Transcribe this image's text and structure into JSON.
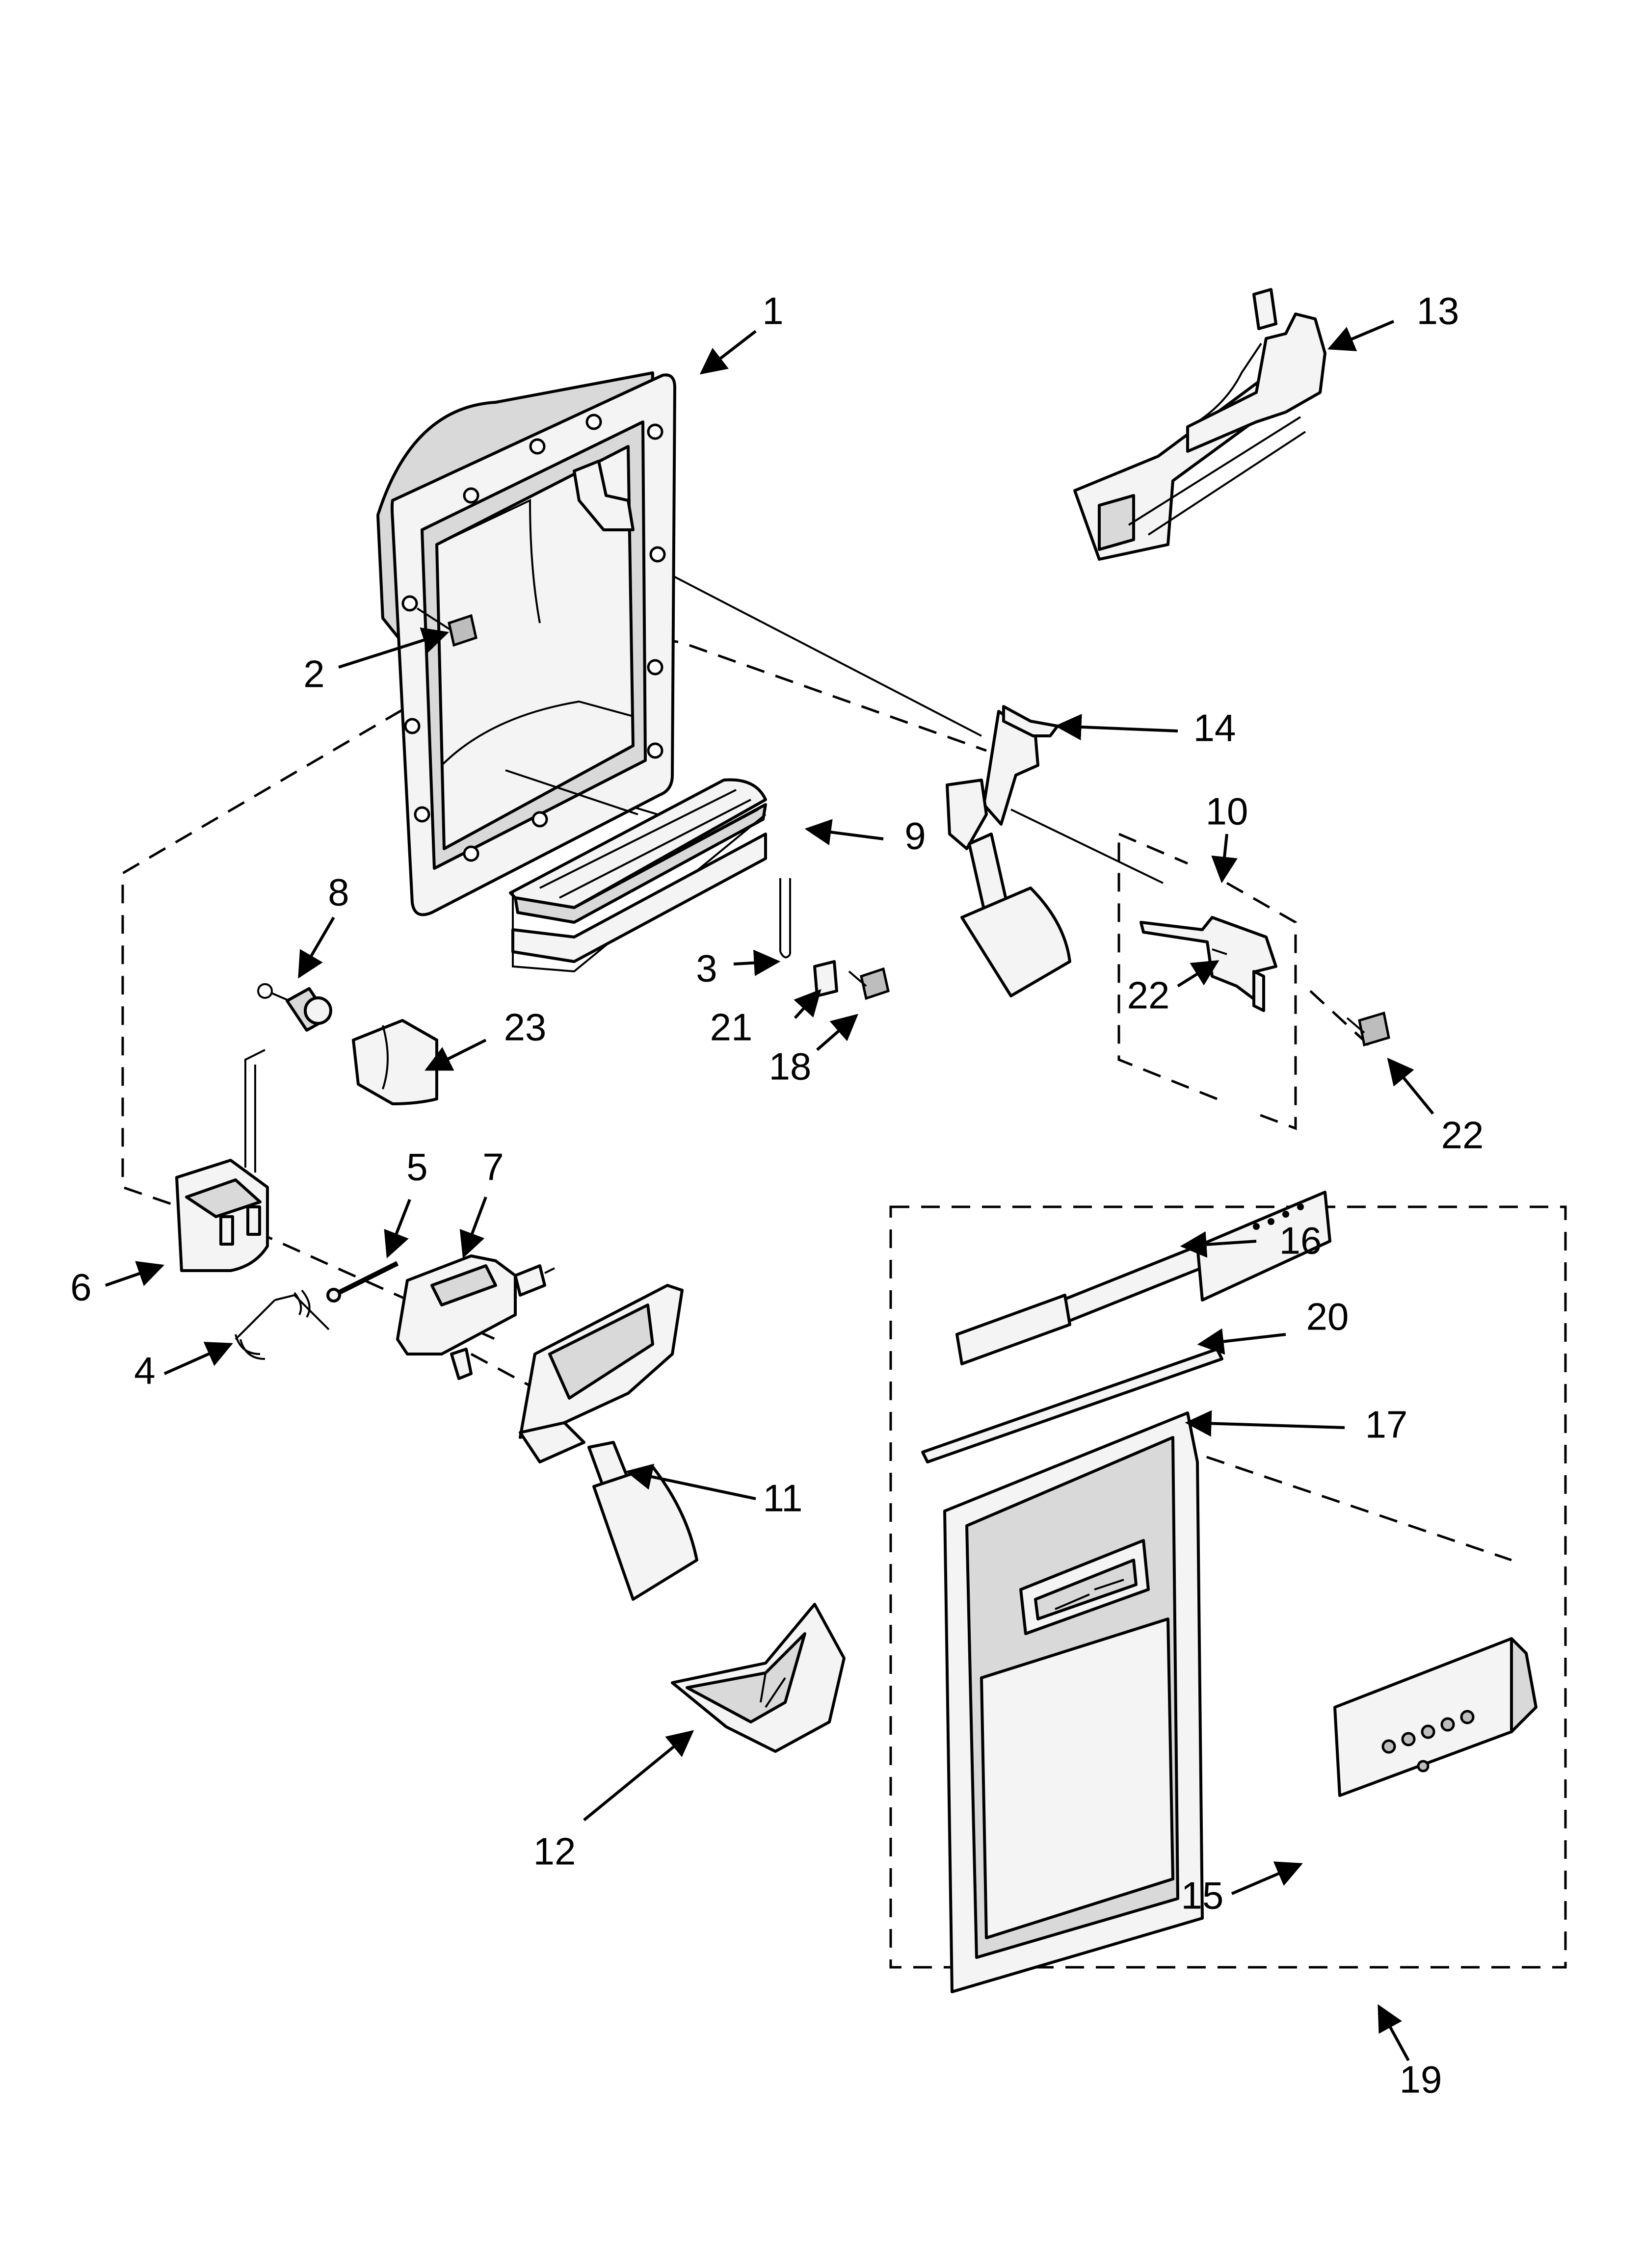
{
  "callouts": [
    {
      "id": "1",
      "label": "1"
    },
    {
      "id": "2",
      "label": "2"
    },
    {
      "id": "3",
      "label": "3"
    },
    {
      "id": "4",
      "label": "4"
    },
    {
      "id": "5",
      "label": "5"
    },
    {
      "id": "6",
      "label": "6"
    },
    {
      "id": "7",
      "label": "7"
    },
    {
      "id": "8",
      "label": "8"
    },
    {
      "id": "9",
      "label": "9"
    },
    {
      "id": "10",
      "label": "10"
    },
    {
      "id": "11",
      "label": "11"
    },
    {
      "id": "12",
      "label": "12"
    },
    {
      "id": "13",
      "label": "13"
    },
    {
      "id": "14",
      "label": "14"
    },
    {
      "id": "15",
      "label": "15"
    },
    {
      "id": "16",
      "label": "16"
    },
    {
      "id": "17",
      "label": "17"
    },
    {
      "id": "18",
      "label": "18"
    },
    {
      "id": "19",
      "label": "19"
    },
    {
      "id": "20",
      "label": "20"
    },
    {
      "id": "21",
      "label": "21"
    },
    {
      "id": "22a",
      "label": "22"
    },
    {
      "id": "22b",
      "label": "22"
    },
    {
      "id": "23",
      "label": "23"
    }
  ]
}
